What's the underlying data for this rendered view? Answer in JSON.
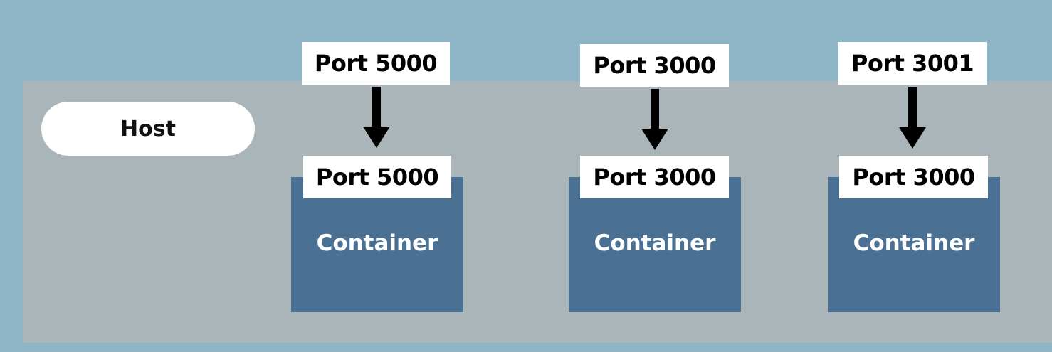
{
  "host": {
    "label": "Host"
  },
  "columns": [
    {
      "host_port": "Port 5000",
      "container_port": "Port 5000",
      "container_label": "Container"
    },
    {
      "host_port": "Port 3000",
      "container_port": "Port 3000",
      "container_label": "Container"
    },
    {
      "host_port": "Port 3001",
      "container_port": "Port 3000",
      "container_label": "Container"
    }
  ],
  "colors": {
    "background": "#8db5c6",
    "host_panel": "#aab5b9",
    "container": "#4a7094",
    "label_bg": "#ffffff",
    "arrow": "#000000"
  }
}
